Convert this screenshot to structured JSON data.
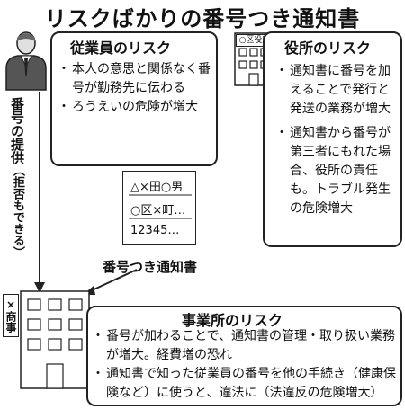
{
  "title": "リスクばかりの番号つき通知書",
  "employee": {
    "heading": "従業員のリスク",
    "bullets": [
      "本人の意思と関係なく番号が勤務先に伝わる",
      "ろうえいの危険が増大"
    ]
  },
  "office": {
    "sign": "○区役所",
    "heading": "役所のリスク",
    "bullets": [
      "通知書に番号を加えることで発行と発送の業務が増大",
      "通知書から番号が第三者にもれた場合、役所の責任も。トラブル発生の危険増大"
    ]
  },
  "flow_label": {
    "main": "番号の提供",
    "paren": "（拒否もできる）"
  },
  "notice": {
    "line1": "△×田○男",
    "line2": "○区×町…",
    "line3": "12345…",
    "label": "番号つき通知書"
  },
  "business": {
    "sign": "×商事",
    "heading": "事業所のリスク",
    "bullets": [
      "番号が加わることで、通知書の管理・取り扱い業務が増大。経費増の恐れ",
      "通知書で知った従業員の番号を他の手続き（健康保険など）に使うと、違法に（法違反の危険増大）"
    ]
  },
  "colors": {
    "line": "#222222",
    "building_fill": "#ffffff"
  }
}
